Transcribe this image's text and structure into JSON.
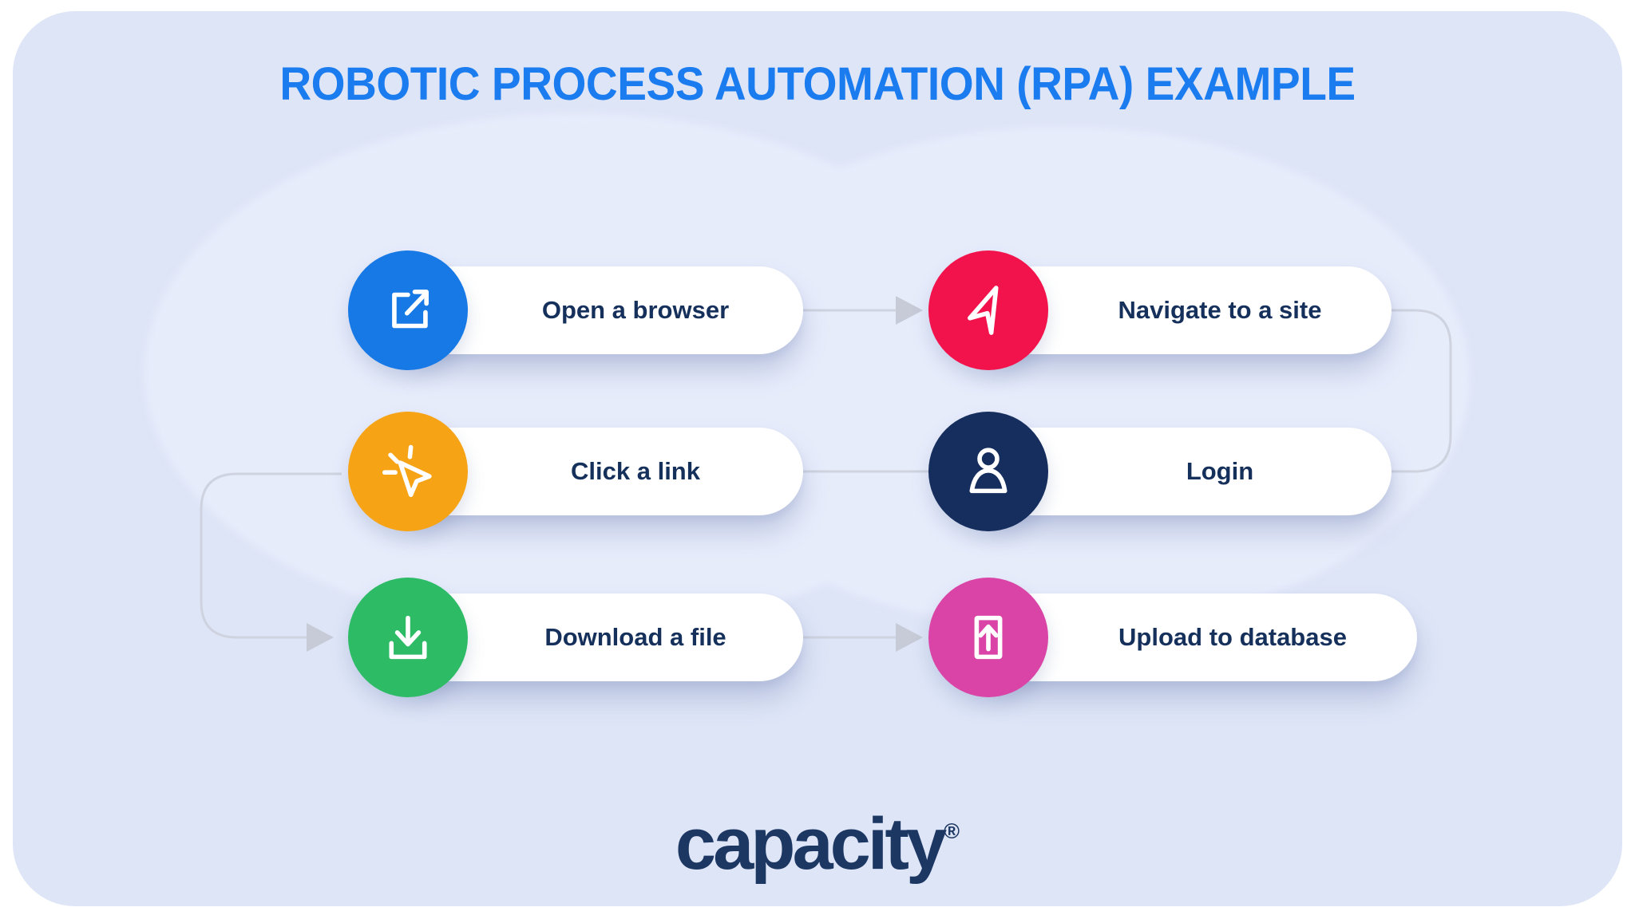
{
  "title": {
    "text": "ROBOTIC PROCESS AUTOMATION (RPA) EXAMPLE",
    "color": "#1b7cf0"
  },
  "canvas": {
    "page_background": "#ffffff",
    "card_background": "#dee5f7",
    "blob_background": "#e7ecfb",
    "connector_color": "#cfd3df",
    "arrowhead_color": "#c7cbd7",
    "label_color": "#16305c"
  },
  "steps": [
    {
      "id": "open-a-browser",
      "label": "Open a browser",
      "circle_color": "#1679e6",
      "icon": "external-link-icon"
    },
    {
      "id": "navigate-to-a-site",
      "label": "Navigate to a site",
      "circle_color": "#f3134c",
      "icon": "navigation-arrow-icon"
    },
    {
      "id": "click-a-link",
      "label": "Click a link",
      "circle_color": "#f6a315",
      "icon": "cursor-click-icon"
    },
    {
      "id": "login",
      "label": "Login",
      "circle_color": "#152e5e",
      "icon": "user-icon"
    },
    {
      "id": "download-a-file",
      "label": "Download a file",
      "circle_color": "#2dbb66",
      "icon": "download-icon"
    },
    {
      "id": "upload-to-database",
      "label": "Upload to database",
      "circle_color": "#d944a6",
      "icon": "upload-icon"
    }
  ],
  "flow": [
    {
      "from": "open-a-browser",
      "to": "navigate-to-a-site",
      "shape": "straight-right"
    },
    {
      "from": "navigate-to-a-site",
      "to": "login",
      "shape": "elbow-down-left"
    },
    {
      "from": "login",
      "to": "click-a-link",
      "shape": "straight-left"
    },
    {
      "from": "click-a-link",
      "to": "download-a-file",
      "shape": "elbow-down-right"
    },
    {
      "from": "download-a-file",
      "to": "upload-to-database",
      "shape": "straight-right"
    }
  ],
  "logo": {
    "text": "capacity",
    "mark": "®",
    "color": "#1d3763"
  }
}
